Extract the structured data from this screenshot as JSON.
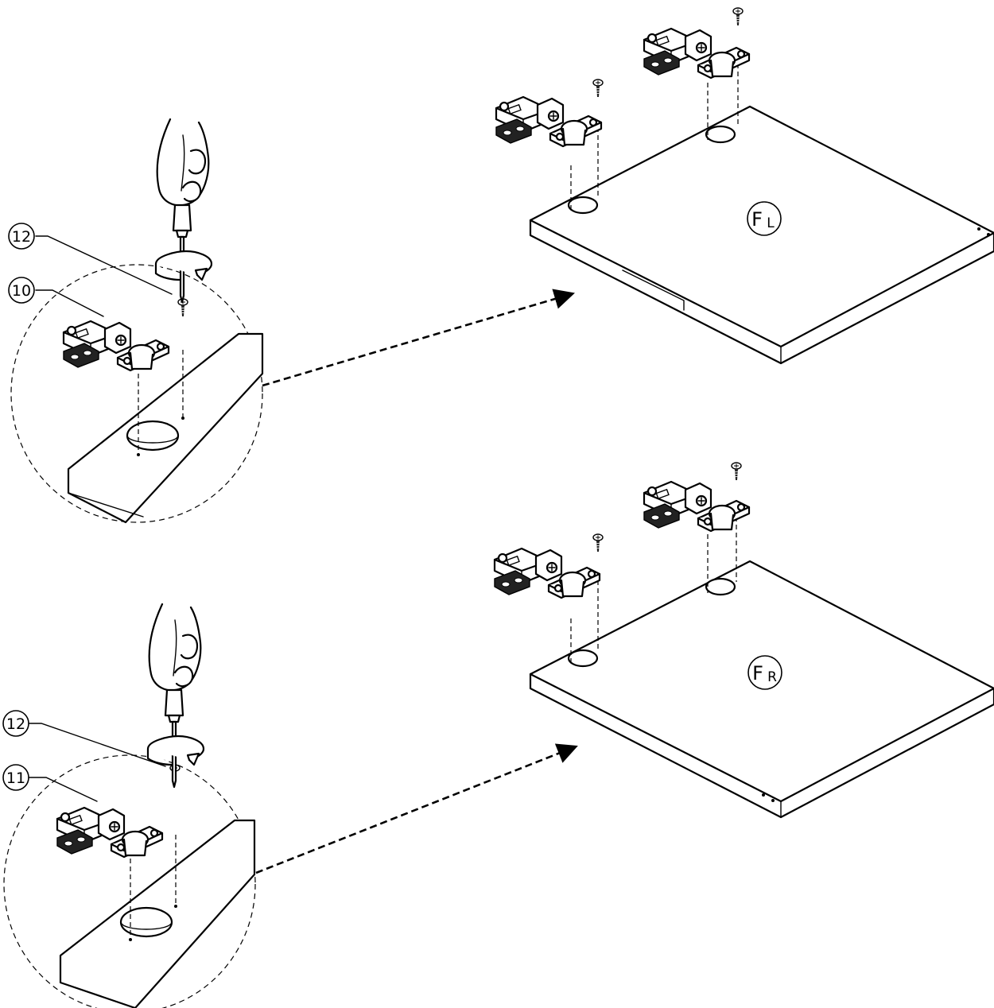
{
  "callouts": {
    "top_screw": "12",
    "top_hinge": "10",
    "bottom_screw": "12",
    "bottom_hinge": "11"
  },
  "panels": {
    "top": {
      "letter": "F",
      "subscript": "L"
    },
    "bottom": {
      "letter": "F",
      "subscript": "R"
    }
  }
}
